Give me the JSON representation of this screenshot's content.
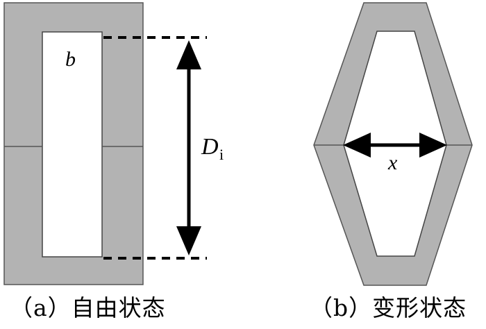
{
  "colors": {
    "frame_fill": "#b3b3b3",
    "frame_stroke": "#555555",
    "line": "#000000",
    "background": "#ffffff"
  },
  "diagram": {
    "panel_a": {
      "inner_label": "b",
      "dimension_label": "D",
      "dimension_subscript": "i",
      "caption": "（a）自由状态"
    },
    "panel_b": {
      "dimension_label": "x",
      "caption": "（b）变形状态"
    }
  }
}
